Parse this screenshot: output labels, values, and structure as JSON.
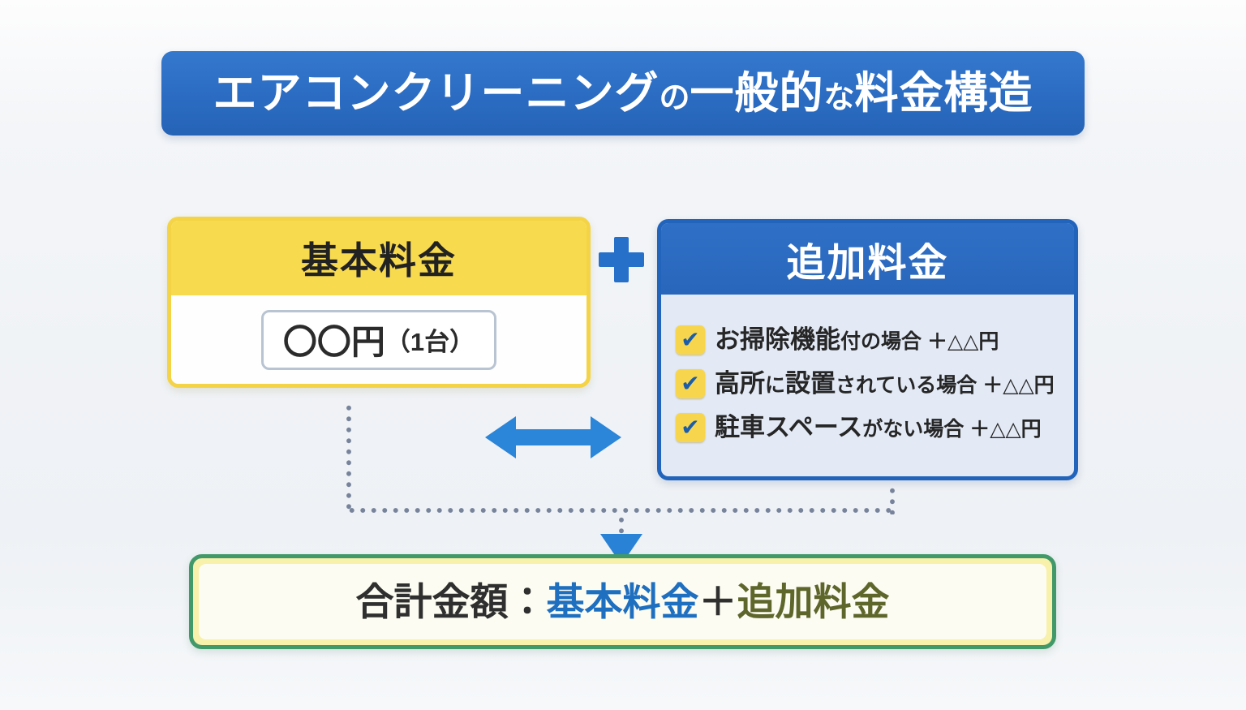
{
  "title": {
    "segments": [
      {
        "text": "エアコンクリーニング",
        "kind": "strong"
      },
      {
        "text": "の",
        "kind": "normal"
      },
      {
        "text": "一般的",
        "kind": "strong"
      },
      {
        "text": "な",
        "kind": "normal"
      },
      {
        "text": "料金構造",
        "kind": "strong"
      }
    ]
  },
  "basic_fee_box": {
    "header": "基本料金",
    "price": "〇〇円",
    "price_unit": "（1台）"
  },
  "additional_fee_box": {
    "header": "追加料金",
    "checkmark": "✔",
    "items": [
      {
        "segments": [
          {
            "text": "お掃除機能",
            "kind": "strong"
          },
          {
            "text": "付の場合 ＋△△円",
            "kind": "normal"
          }
        ]
      },
      {
        "segments": [
          {
            "text": "高所",
            "kind": "strong"
          },
          {
            "text": "に",
            "kind": "normal"
          },
          {
            "text": "設置",
            "kind": "strong"
          },
          {
            "text": "されている場合 ＋△△円",
            "kind": "normal"
          }
        ]
      },
      {
        "segments": [
          {
            "text": "駐車スペース",
            "kind": "strong"
          },
          {
            "text": "がない場合 ＋△△円",
            "kind": "normal"
          }
        ]
      }
    ]
  },
  "total_box": {
    "segments": [
      {
        "text": "合計金額：",
        "kind": "dark"
      },
      {
        "text": "基本料金",
        "kind": "blue"
      },
      {
        "text": " ＋ ",
        "kind": "dark"
      },
      {
        "text": "追加料金",
        "kind": "olive"
      }
    ]
  },
  "colors": {
    "banner_blue": "#2b6cc2",
    "box_yellow": "#f8da4f",
    "box_blue_header": "#2a6cc0",
    "box_blue_border": "#2264bc",
    "box_blue_body": "#e3eaf6",
    "checkbox_yellow": "#f7d64e",
    "checkmark_blue": "#1b5cab",
    "arrow_blue": "#2b85d8",
    "plus_blue": "#2670c9",
    "dot_gray": "#76839a",
    "total_green_border": "#41996a",
    "total_yellow_ring": "#f7f1ab",
    "total_cream_bg": "#fdfcf2",
    "formula_blue": "#1e6fc0",
    "formula_olive": "#5f662c"
  }
}
